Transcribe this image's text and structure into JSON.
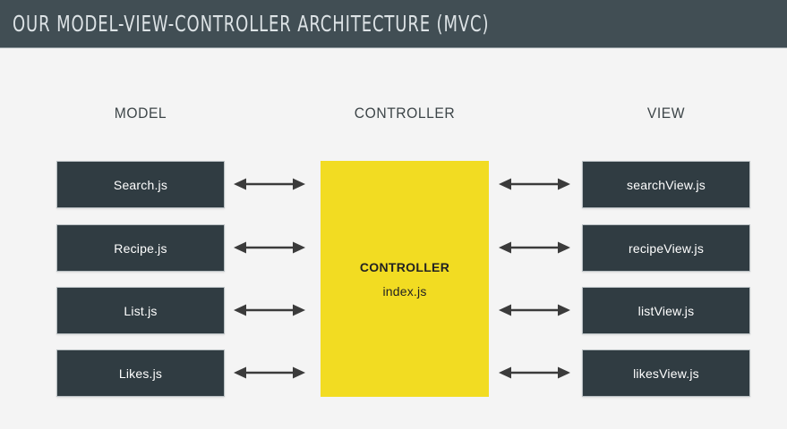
{
  "header": {
    "title": "Our Model-View-Controller Architecture (MVC)",
    "background_color": "#414e54",
    "title_color": "#dde3e6"
  },
  "colors": {
    "canvas_background": "#f4f4f4",
    "node_box": "#303c42",
    "node_box_text": "#ffffff",
    "controller_box": "#f2dc22",
    "controller_text": "#222222",
    "arrow": "#3b3b3b",
    "heading_text": "#3d4548"
  },
  "diagram": {
    "type": "mvc-architecture",
    "columns": [
      {
        "id": "model",
        "heading": "MODEL"
      },
      {
        "id": "controller",
        "heading": "CONTROLLER"
      },
      {
        "id": "view",
        "heading": "VIEW"
      }
    ],
    "model_boxes": [
      {
        "label": "Search.js"
      },
      {
        "label": "Recipe.js"
      },
      {
        "label": "List.js"
      },
      {
        "label": "Likes.js"
      }
    ],
    "view_boxes": [
      {
        "label": "searchView.js"
      },
      {
        "label": "recipeView.js"
      },
      {
        "label": "listView.js"
      },
      {
        "label": "likesView.js"
      }
    ],
    "controller": {
      "title": "CONTROLLER",
      "file": "index.js"
    },
    "connectors": {
      "icon": "double-headed-arrow",
      "count_left": 4,
      "count_right": 4,
      "direction": "bidirectional"
    }
  }
}
